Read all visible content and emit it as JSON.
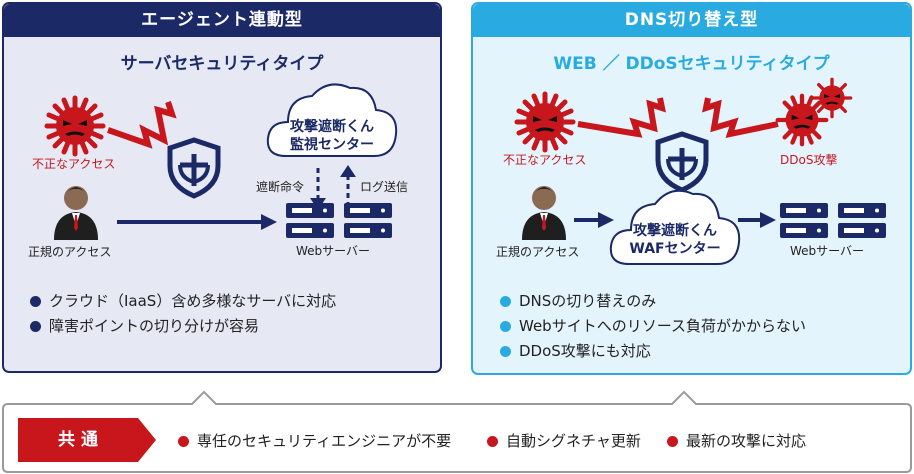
{
  "left": {
    "header": "エージェント連動型",
    "subtitle": "サーバセキュリティタイプ",
    "illegal_label": "不正なアクセス",
    "legit_label": "正規のアクセス",
    "cloud_line1": "攻撃遮断くん",
    "cloud_line2": "監視センター",
    "cmd_label": "遮断命令",
    "log_label": "ログ送信",
    "server_label": "Webサーバー",
    "bullets": [
      "クラウド（IaaS）含め多様なサーバに対応",
      "障害ポイントの切り分けが容易"
    ]
  },
  "right": {
    "header": "DNS切り替え型",
    "subtitle": "WEB ／ DDoSセキュリティタイプ",
    "illegal_label": "不正なアクセス",
    "ddos_label": "DDoS攻撃",
    "legit_label": "正規のアクセス",
    "cloud_line1": "攻撃遮断くん",
    "cloud_line2": "WAFセンター",
    "server_label": "Webサーバー",
    "bullets": [
      "DNSの切り替えのみ",
      "Webサイトへのリソース負荷がかからない",
      "DDoS攻撃にも対応"
    ]
  },
  "common": {
    "tag": "共 通",
    "items": [
      "専任のセキュリティエンジニアが不要",
      "自動シグネチャ更新",
      "最新の攻撃に対応"
    ]
  },
  "colors": {
    "navy": "#1b2a66",
    "left_bg": "#e6e9f3",
    "cyan": "#29abe2",
    "right_bg": "#e4f4fc",
    "red": "#c8161d"
  }
}
